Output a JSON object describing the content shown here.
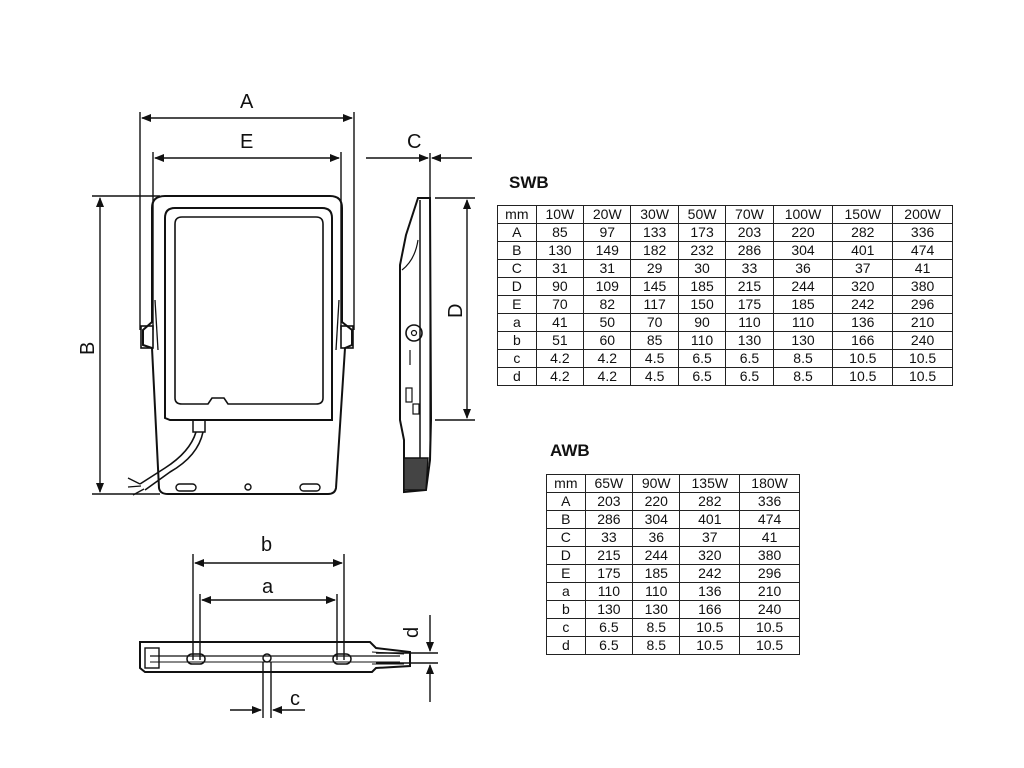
{
  "labels": {
    "A": "A",
    "E": "E",
    "B": "B",
    "C": "C",
    "D": "D",
    "b": "b",
    "a": "a",
    "c": "c",
    "d": "d"
  },
  "swb": {
    "title": "SWB",
    "header": [
      "mm",
      "10W",
      "20W",
      "30W",
      "50W",
      "70W",
      "100W",
      "150W",
      "200W"
    ],
    "rows": [
      [
        "A",
        "85",
        "97",
        "133",
        "173",
        "203",
        "220",
        "282",
        "336"
      ],
      [
        "B",
        "130",
        "149",
        "182",
        "232",
        "286",
        "304",
        "401",
        "474"
      ],
      [
        "C",
        "31",
        "31",
        "29",
        "30",
        "33",
        "36",
        "37",
        "41"
      ],
      [
        "D",
        "90",
        "109",
        "145",
        "185",
        "215",
        "244",
        "320",
        "380"
      ],
      [
        "E",
        "70",
        "82",
        "117",
        "150",
        "175",
        "185",
        "242",
        "296"
      ],
      [
        "a",
        "41",
        "50",
        "70",
        "90",
        "110",
        "110",
        "136",
        "210"
      ],
      [
        "b",
        "51",
        "60",
        "85",
        "110",
        "130",
        "130",
        "166",
        "240"
      ],
      [
        "c",
        "4.2",
        "4.2",
        "4.5",
        "6.5",
        "6.5",
        "8.5",
        "10.5",
        "10.5"
      ],
      [
        "d",
        "4.2",
        "4.2",
        "4.5",
        "6.5",
        "6.5",
        "8.5",
        "10.5",
        "10.5"
      ]
    ]
  },
  "awb": {
    "title": "AWB",
    "header": [
      "mm",
      "65W",
      "90W",
      "135W",
      "180W"
    ],
    "rows": [
      [
        "A",
        "203",
        "220",
        "282",
        "336"
      ],
      [
        "B",
        "286",
        "304",
        "401",
        "474"
      ],
      [
        "C",
        "33",
        "36",
        "37",
        "41"
      ],
      [
        "D",
        "215",
        "244",
        "320",
        "380"
      ],
      [
        "E",
        "175",
        "185",
        "242",
        "296"
      ],
      [
        "a",
        "110",
        "110",
        "136",
        "210"
      ],
      [
        "b",
        "130",
        "130",
        "166",
        "240"
      ],
      [
        "c",
        "6.5",
        "8.5",
        "10.5",
        "10.5"
      ],
      [
        "d",
        "6.5",
        "8.5",
        "10.5",
        "10.5"
      ]
    ]
  }
}
